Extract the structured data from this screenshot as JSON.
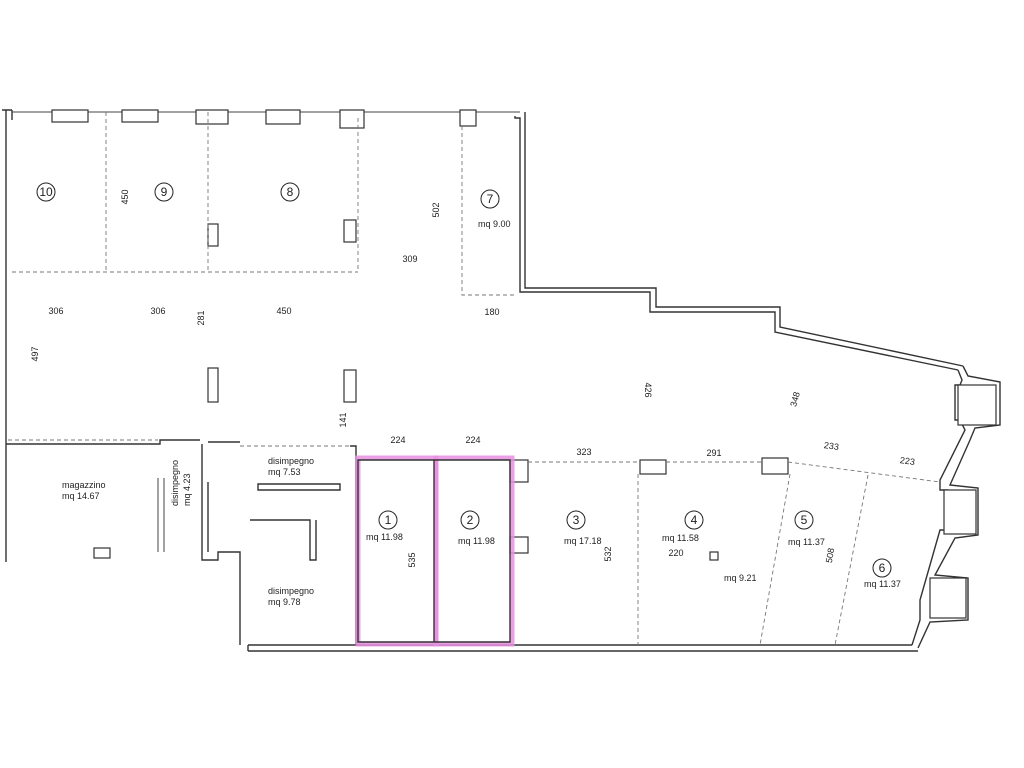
{
  "plan": {
    "rooms": [
      {
        "id": "room-1",
        "number": "1",
        "area": "mq 11.98"
      },
      {
        "id": "room-2",
        "number": "2",
        "area": "mq 11.98"
      },
      {
        "id": "room-3",
        "number": "3",
        "area": "mq 17.18"
      },
      {
        "id": "room-4",
        "number": "4",
        "area": "mq 11.58"
      },
      {
        "id": "room-5",
        "number": "5",
        "area": "mq 11.37"
      },
      {
        "id": "room-6",
        "number": "6",
        "area": "mq 11.37"
      },
      {
        "id": "room-7",
        "number": "7",
        "area": "mq 9.00"
      },
      {
        "id": "room-8",
        "number": "8",
        "area": ""
      },
      {
        "id": "room-9",
        "number": "9",
        "area": ""
      },
      {
        "id": "room-10",
        "number": "10",
        "area": ""
      }
    ],
    "labels": {
      "magazzino_name": "magazzino",
      "magazzino_area": "mq 14.67",
      "disimpegno_a_name": "disimpegno",
      "disimpegno_a_area": "mq 7.53",
      "disimpegno_b_name": "disimpegno",
      "disimpegno_b_area": "mq 9.78",
      "disimpegno_c_name": "disimpegno",
      "disimpegno_c_area": "mq 4.23",
      "sub_area_4": "mq 9.21"
    },
    "dimensions": {
      "d450_top": "450",
      "d502": "502",
      "d309": "309",
      "d306_a": "306",
      "d306_b": "306",
      "d281": "281",
      "d450_mid": "450",
      "d180": "180",
      "d497": "497",
      "d141": "141",
      "d224_a": "224",
      "d224_b": "224",
      "d323": "323",
      "d291": "291",
      "d233": "233",
      "d223": "223",
      "d426": "426",
      "d348": "348",
      "d535": "535",
      "d532": "532",
      "d220": "220",
      "d508": "508"
    },
    "highlight_color": "#e88fe0"
  }
}
